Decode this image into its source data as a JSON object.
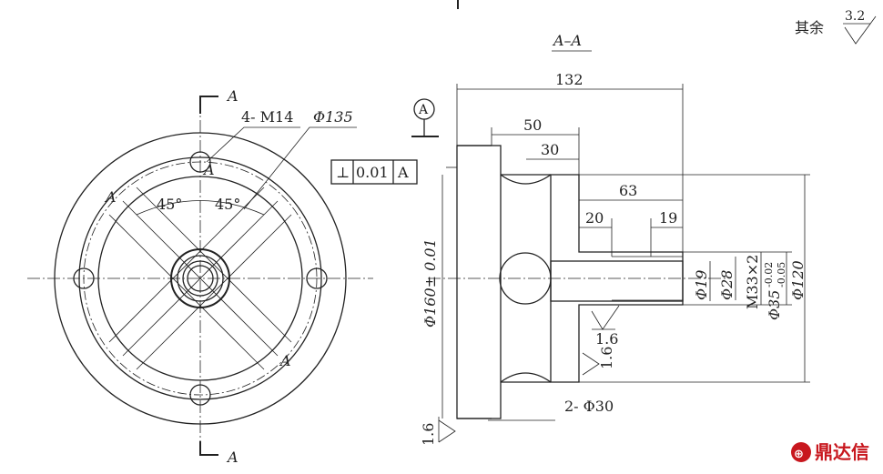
{
  "section_title": "A–A",
  "surface_note": {
    "text": "其余",
    "roughness": "3.2"
  },
  "front_view": {
    "section_mark": "A",
    "hole_label": "4- M14",
    "pcd_label": "Φ135",
    "angle_left": "45°",
    "angle_right": "45°"
  },
  "section_view": {
    "datum": "A",
    "tolerance_frame": {
      "symbol": "⊥",
      "value": "0.01",
      "datum": "A"
    },
    "dims": {
      "overall_length": "132",
      "d50": "50",
      "d30": "30",
      "d63": "63",
      "d20": "20",
      "d19": "19",
      "dia160": "Φ160± 0.01",
      "dia19": "Φ19",
      "dia28": "Φ28",
      "thread": "M33×2",
      "dia35": "Φ35",
      "dia35_upper": "-0.02",
      "dia35_lower": "-0.05",
      "dia120": "Φ120",
      "holes": "2- Φ30"
    },
    "roughness": {
      "r1": "1.6",
      "r2": "1.6",
      "r3": "1.6"
    }
  },
  "brand": {
    "icon": "dingdaxin-logo-icon",
    "text": "鼎达信",
    "color": "#c8171e"
  }
}
